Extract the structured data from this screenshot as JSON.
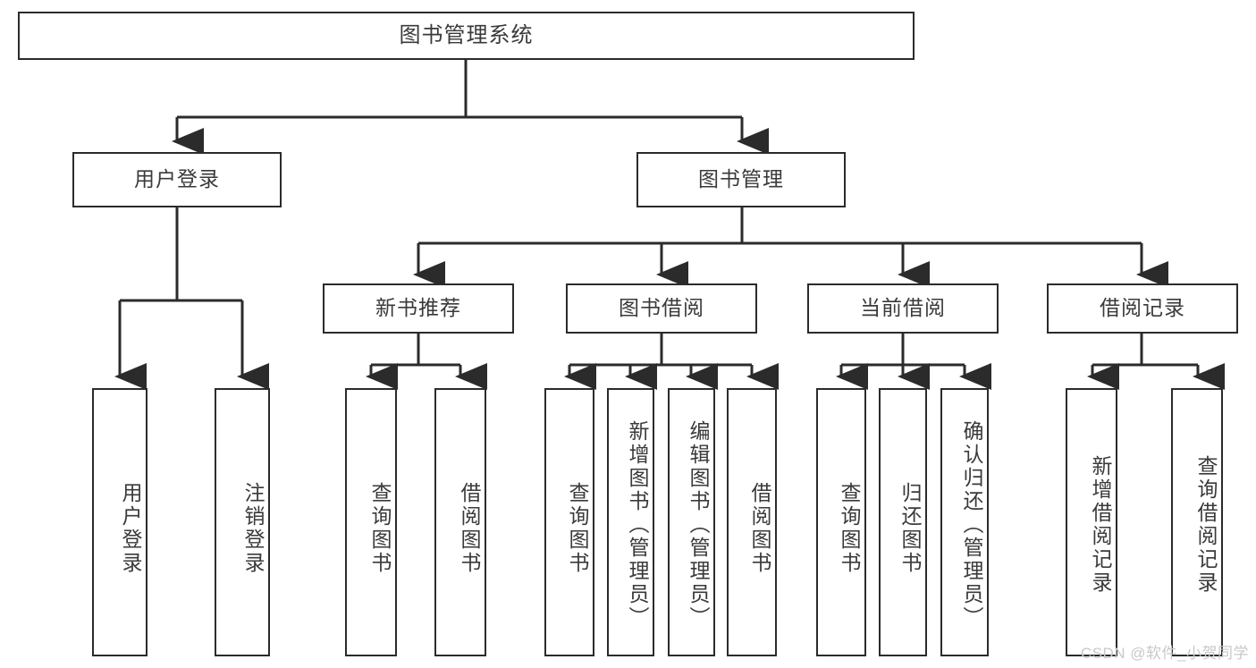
{
  "diagram": {
    "title": "图书管理系统",
    "type": "tree",
    "root": {
      "id": "root",
      "label": "图书管理系统"
    },
    "level1": [
      {
        "id": "user-login",
        "label": "用户登录"
      },
      {
        "id": "book-manage",
        "label": "图书管理"
      }
    ],
    "level2": [
      {
        "id": "new-book-rec",
        "label": "新书推荐",
        "parent": "book-manage"
      },
      {
        "id": "book-borrow",
        "label": "图书借阅",
        "parent": "book-manage"
      },
      {
        "id": "current-borrow",
        "label": "当前借阅",
        "parent": "book-manage"
      },
      {
        "id": "borrow-record",
        "label": "借阅记录",
        "parent": "book-manage"
      }
    ],
    "leaves": [
      {
        "id": "leaf-user-login",
        "label": "用户登录",
        "parent": "user-login"
      },
      {
        "id": "leaf-logout",
        "label": "注销登录",
        "parent": "user-login"
      },
      {
        "id": "leaf-query-book-1",
        "label": "查询图书",
        "parent": "new-book-rec"
      },
      {
        "id": "leaf-borrow-book-1",
        "label": "借阅图书",
        "parent": "new-book-rec"
      },
      {
        "id": "leaf-query-book-2",
        "label": "查询图书",
        "parent": "book-borrow"
      },
      {
        "id": "leaf-add-book",
        "label": "新增图书（管理员）",
        "parent": "book-borrow"
      },
      {
        "id": "leaf-edit-book",
        "label": "编辑图书（管理员）",
        "parent": "book-borrow"
      },
      {
        "id": "leaf-borrow-book-2",
        "label": "借阅图书",
        "parent": "book-borrow"
      },
      {
        "id": "leaf-query-book-3",
        "label": "查询图书",
        "parent": "current-borrow"
      },
      {
        "id": "leaf-return-book",
        "label": "归还图书",
        "parent": "current-borrow"
      },
      {
        "id": "leaf-confirm-return",
        "label": "确认归还（管理员）",
        "parent": "current-borrow"
      },
      {
        "id": "leaf-add-record",
        "label": "新增借阅记录",
        "parent": "borrow-record"
      },
      {
        "id": "leaf-query-record",
        "label": "查询借阅记录",
        "parent": "borrow-record"
      }
    ]
  },
  "watermark": {
    "text": "CSDN @软件_小贺同学"
  },
  "colors": {
    "stroke": "#2b2b2b",
    "text": "#3a3a3a",
    "background": "#ffffff",
    "watermark": "#c9c9c9"
  }
}
